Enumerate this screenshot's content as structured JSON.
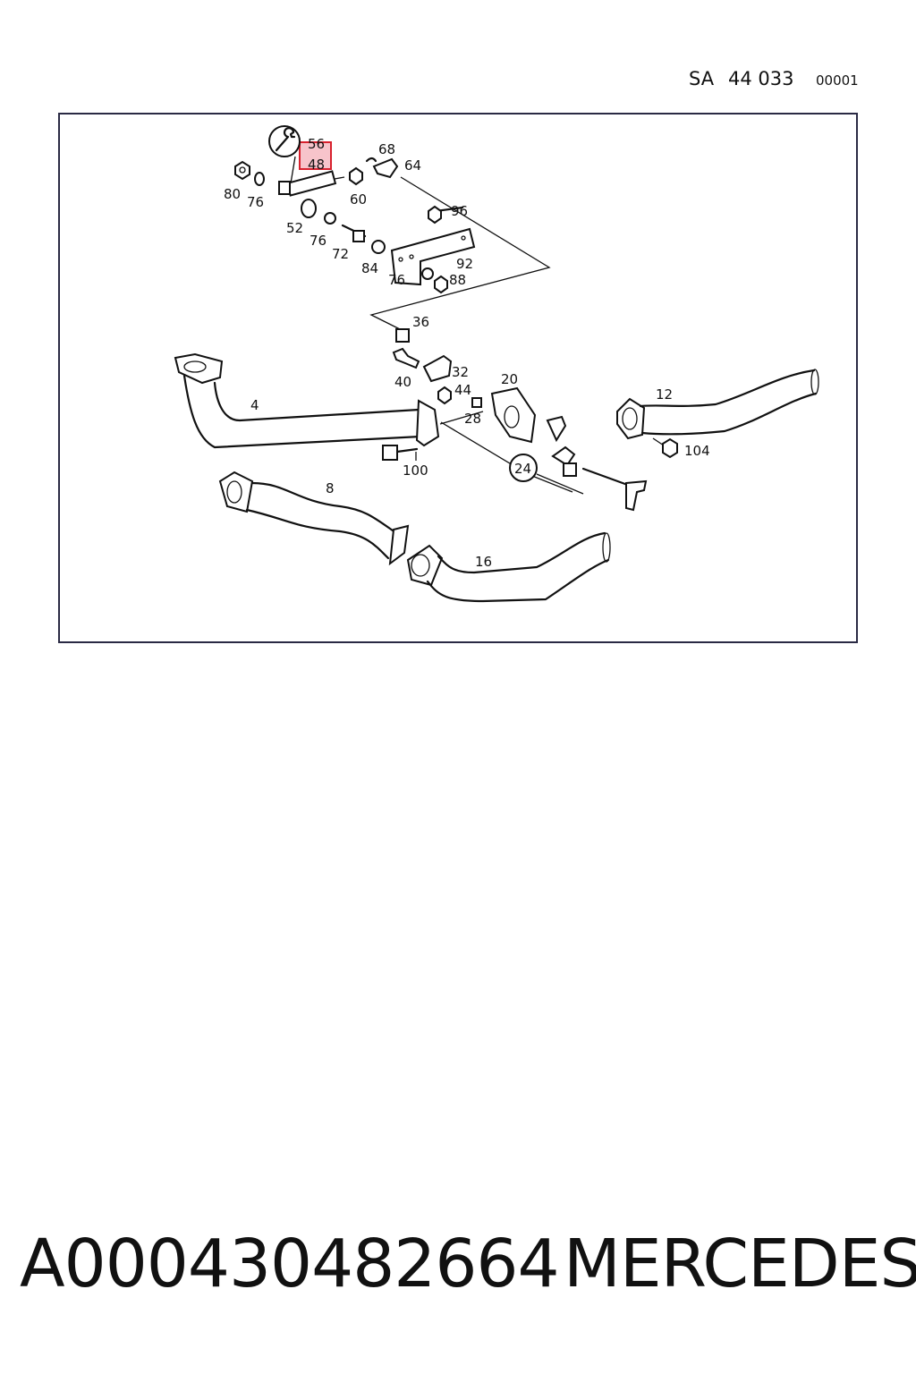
{
  "header": {
    "sa_label": "SA",
    "group_number": "44 033",
    "sheet_code": "00001"
  },
  "diagram": {
    "callouts": [
      "56",
      "48",
      "68",
      "64",
      "80",
      "76",
      "60",
      "96",
      "52",
      "76",
      "72",
      "84",
      "92",
      "76",
      "88",
      "36",
      "32",
      "20",
      "40",
      "44",
      "28",
      "4",
      "12",
      "104",
      "100",
      "24",
      "8",
      "16"
    ],
    "highlighted_callout": "48"
  },
  "footer": {
    "part_number": "A000430482664",
    "brand": "MERCEDES"
  }
}
